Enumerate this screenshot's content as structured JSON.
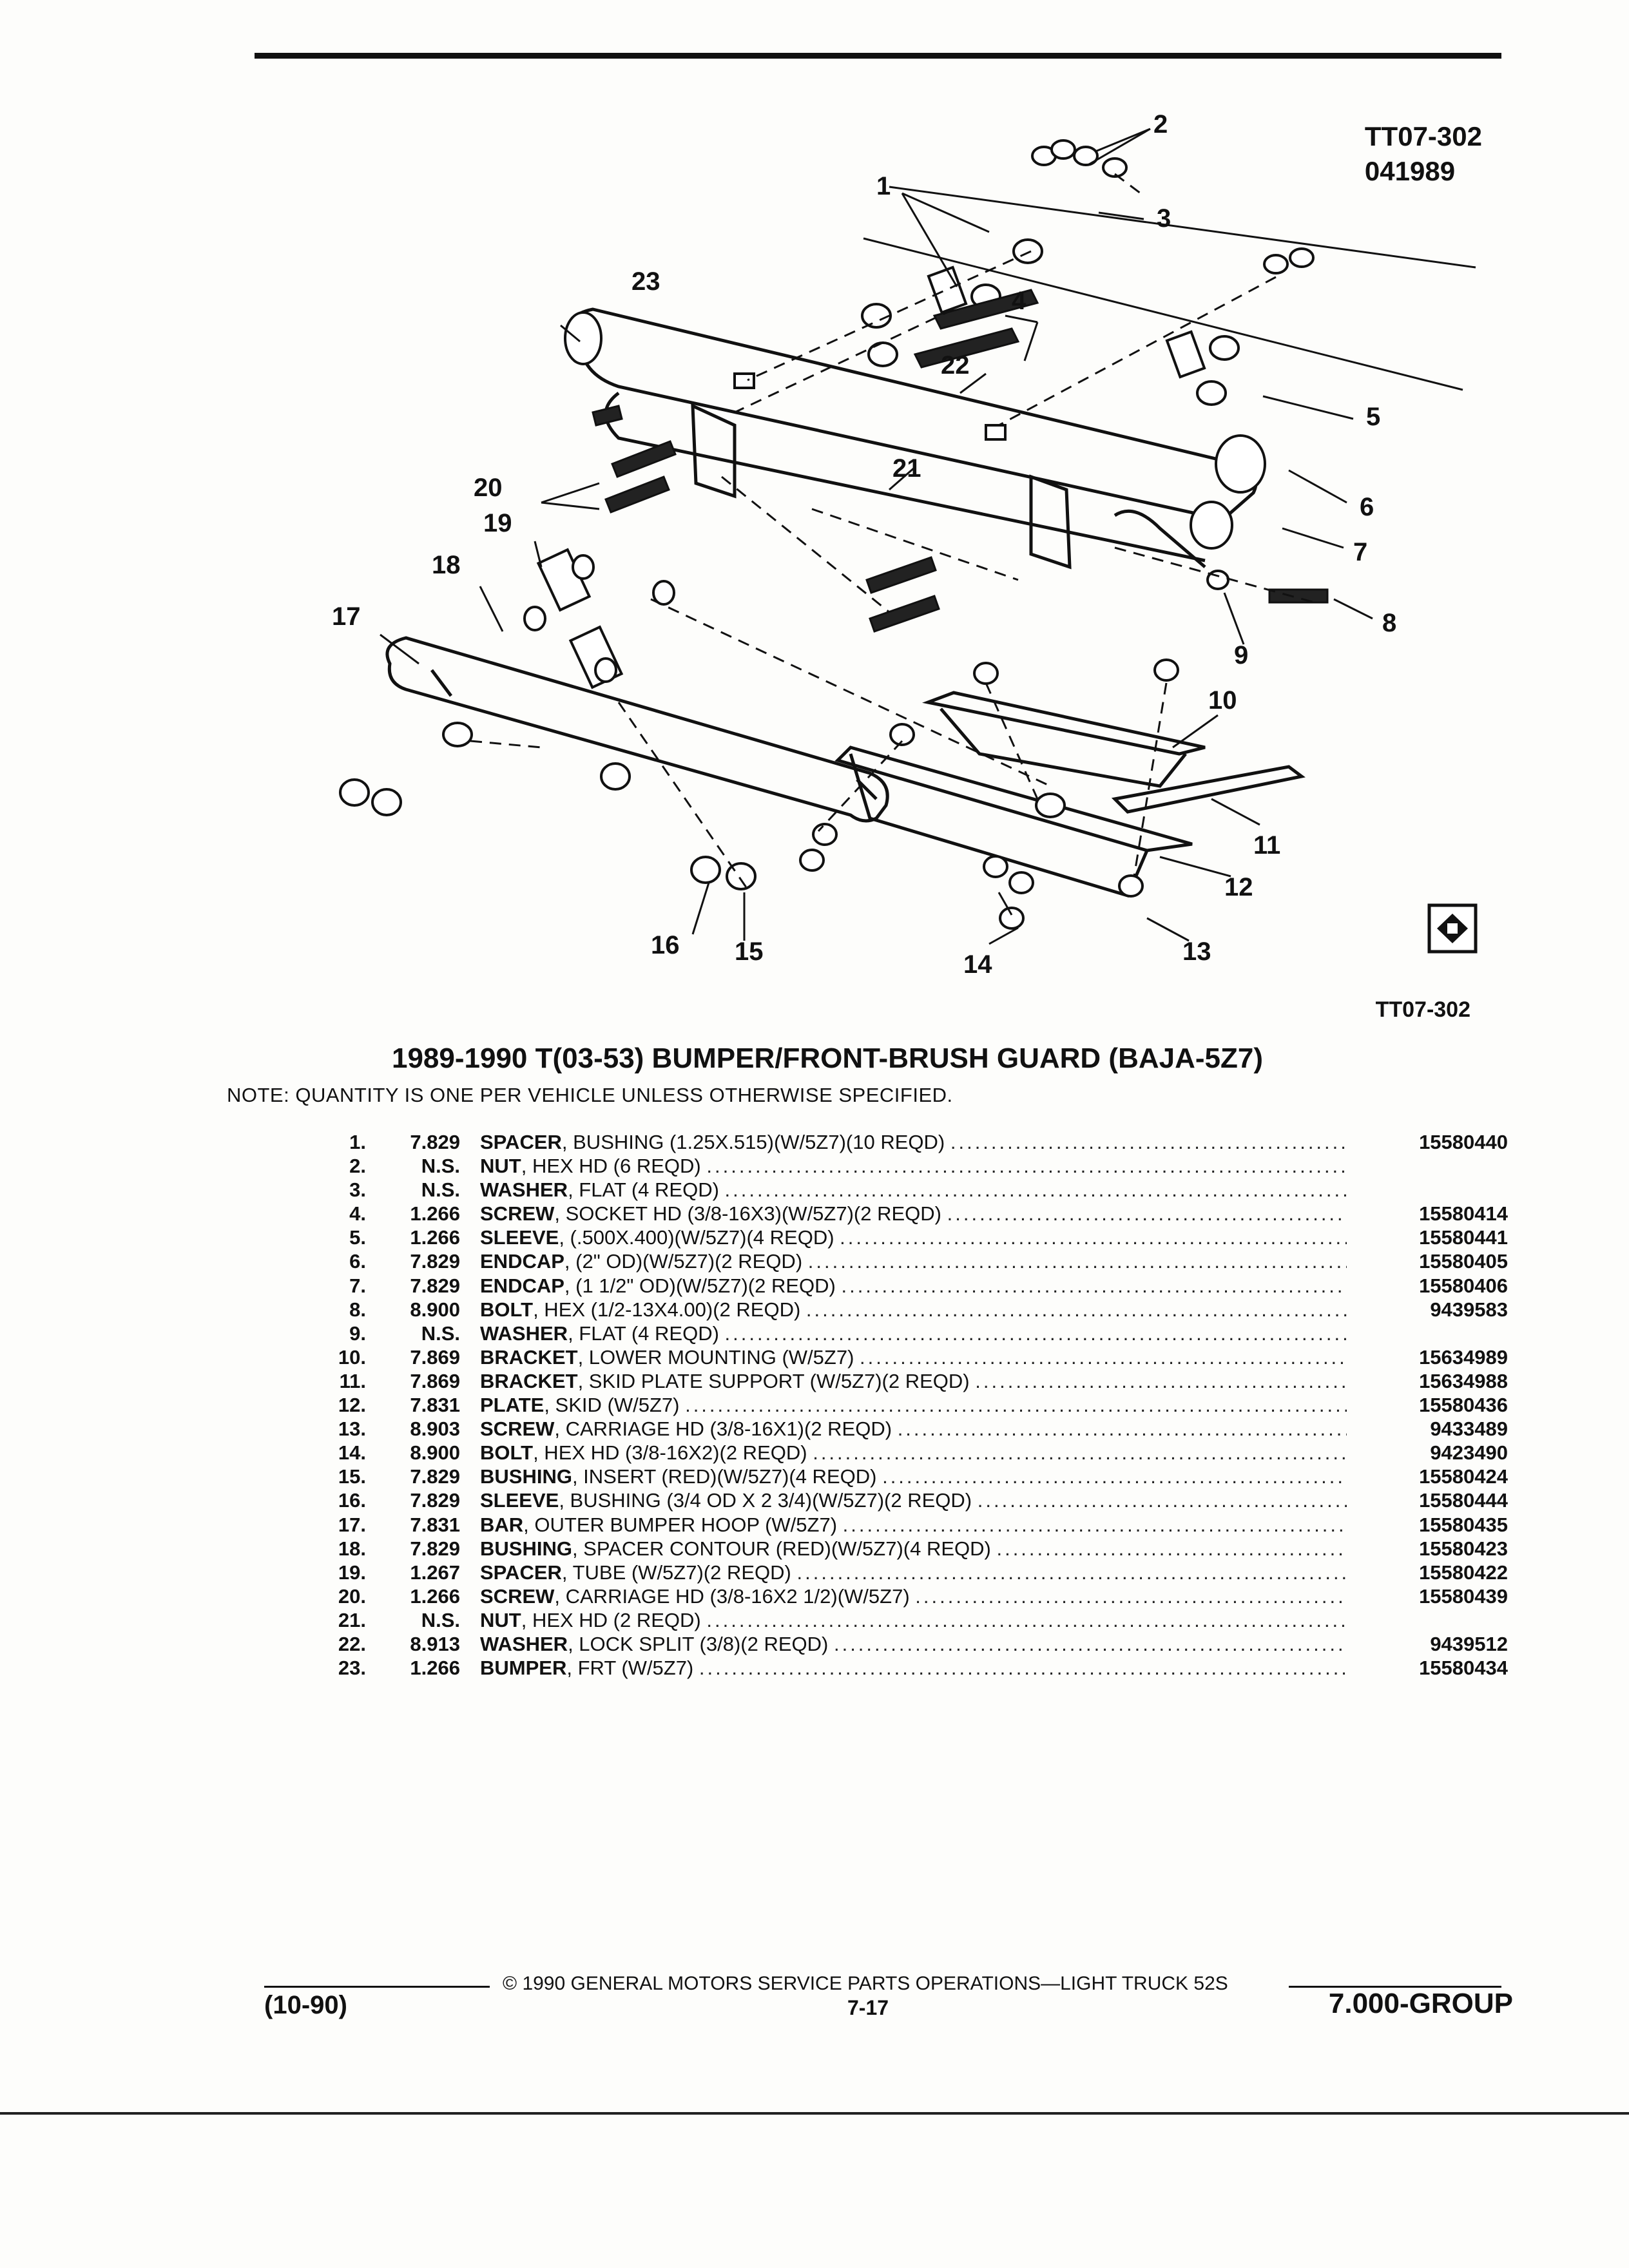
{
  "header": {
    "ref_code": "TT07-302",
    "ref_date": "041989"
  },
  "diagram": {
    "ref_bottom": "TT07-302",
    "callouts": [
      "1",
      "2",
      "3",
      "4",
      "5",
      "6",
      "7",
      "8",
      "9",
      "10",
      "11",
      "12",
      "13",
      "14",
      "15",
      "16",
      "17",
      "18",
      "19",
      "20",
      "21",
      "22",
      "23"
    ]
  },
  "title": "1989-1990 T(03-53) BUMPER/FRONT-BRUSH GUARD (BAJA-5Z7)",
  "note": "NOTE: QUANTITY IS ONE PER VEHICLE UNLESS OTHERWISE SPECIFIED.",
  "parts": [
    {
      "num": "1.",
      "group": "7.829",
      "name": "SPACER",
      "desc": ", BUSHING (1.25X.515)(W/5Z7)(10 REQD)",
      "part_no": "15580440"
    },
    {
      "num": "2.",
      "group": "N.S.",
      "name": "NUT",
      "desc": ", HEX HD (6 REQD)",
      "part_no": ""
    },
    {
      "num": "3.",
      "group": "N.S.",
      "name": "WASHER",
      "desc": ", FLAT (4 REQD)",
      "part_no": ""
    },
    {
      "num": "4.",
      "group": "1.266",
      "name": "SCREW",
      "desc": ", SOCKET HD (3/8-16X3)(W/5Z7)(2 REQD)",
      "part_no": "15580414"
    },
    {
      "num": "5.",
      "group": "1.266",
      "name": "SLEEVE",
      "desc": ", (.500X.400)(W/5Z7)(4 REQD)",
      "part_no": "15580441"
    },
    {
      "num": "6.",
      "group": "7.829",
      "name": "ENDCAP",
      "desc": ", (2\" OD)(W/5Z7)(2 REQD)",
      "part_no": "15580405"
    },
    {
      "num": "7.",
      "group": "7.829",
      "name": "ENDCAP",
      "desc": ", (1 1/2\" OD)(W/5Z7)(2 REQD)",
      "part_no": "15580406"
    },
    {
      "num": "8.",
      "group": "8.900",
      "name": "BOLT",
      "desc": ", HEX (1/2-13X4.00)(2 REQD)",
      "part_no": "9439583"
    },
    {
      "num": "9.",
      "group": "N.S.",
      "name": "WASHER",
      "desc": ", FLAT (4 REQD)",
      "part_no": ""
    },
    {
      "num": "10.",
      "group": "7.869",
      "name": "BRACKET",
      "desc": ", LOWER MOUNTING (W/5Z7)",
      "part_no": "15634989"
    },
    {
      "num": "11.",
      "group": "7.869",
      "name": "BRACKET",
      "desc": ", SKID PLATE SUPPORT (W/5Z7)(2 REQD)",
      "part_no": "15634988"
    },
    {
      "num": "12.",
      "group": "7.831",
      "name": "PLATE",
      "desc": ", SKID (W/5Z7)",
      "part_no": "15580436"
    },
    {
      "num": "13.",
      "group": "8.903",
      "name": "SCREW",
      "desc": ", CARRIAGE HD (3/8-16X1)(2 REQD)",
      "part_no": "9433489"
    },
    {
      "num": "14.",
      "group": "8.900",
      "name": "BOLT",
      "desc": ", HEX HD (3/8-16X2)(2 REQD)",
      "part_no": "9423490"
    },
    {
      "num": "15.",
      "group": "7.829",
      "name": "BUSHING",
      "desc": ", INSERT (RED)(W/5Z7)(4 REQD)",
      "part_no": "15580424"
    },
    {
      "num": "16.",
      "group": "7.829",
      "name": "SLEEVE",
      "desc": ", BUSHING (3/4 OD X 2 3/4)(W/5Z7)(2 REQD)",
      "part_no": "15580444"
    },
    {
      "num": "17.",
      "group": "7.831",
      "name": "BAR",
      "desc": ", OUTER BUMPER HOOP (W/5Z7)",
      "part_no": "15580435"
    },
    {
      "num": "18.",
      "group": "7.829",
      "name": "BUSHING",
      "desc": ", SPACER CONTOUR (RED)(W/5Z7)(4 REQD)",
      "part_no": "15580423"
    },
    {
      "num": "19.",
      "group": "1.267",
      "name": "SPACER",
      "desc": ", TUBE (W/5Z7)(2 REQD)",
      "part_no": "15580422"
    },
    {
      "num": "20.",
      "group": "1.266",
      "name": "SCREW",
      "desc": ", CARRIAGE HD (3/8-16X2 1/2)(W/5Z7)",
      "part_no": "15580439"
    },
    {
      "num": "21.",
      "group": "N.S.",
      "name": "NUT",
      "desc": ", HEX HD (2 REQD)",
      "part_no": ""
    },
    {
      "num": "22.",
      "group": "8.913",
      "name": "WASHER",
      "desc": ", LOCK SPLIT (3/8)(2 REQD)",
      "part_no": "9439512"
    },
    {
      "num": "23.",
      "group": "1.266",
      "name": "BUMPER",
      "desc": ", FRT (W/5Z7)",
      "part_no": "15580434"
    }
  ],
  "footer": {
    "copyright": "© 1990 GENERAL MOTORS SERVICE PARTS OPERATIONS—LIGHT TRUCK 52S",
    "date_code": "(10-90)",
    "page": "7-17",
    "group": "7.000-GROUP"
  }
}
